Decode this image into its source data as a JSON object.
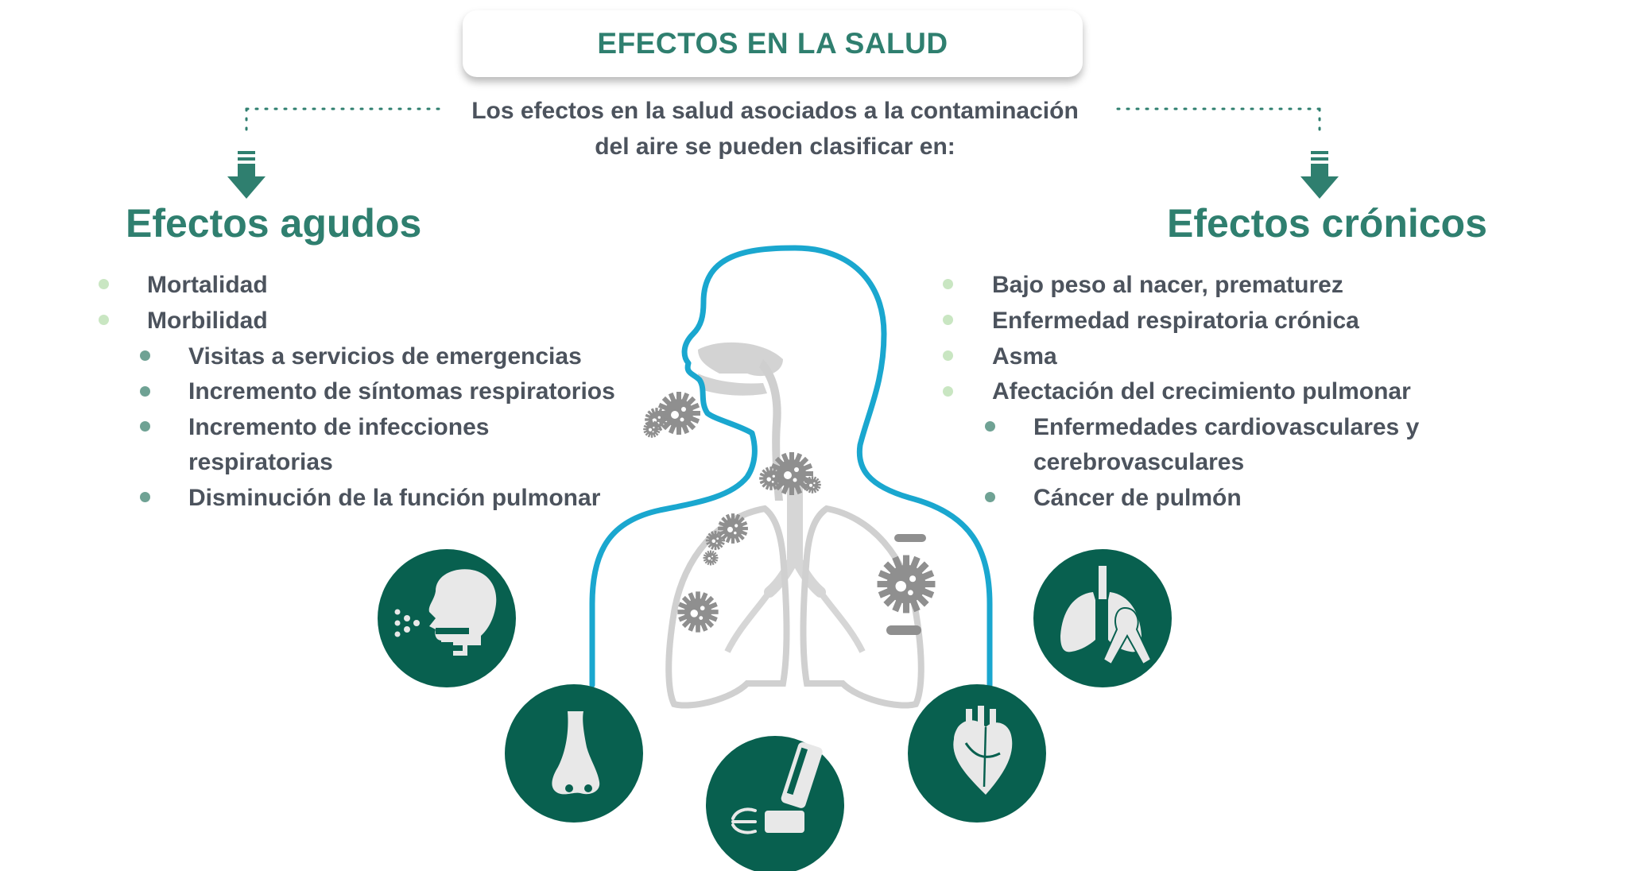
{
  "title": "EFECTOS EN LA SALUD",
  "intro": {
    "line1": "Los efectos en la salud asociados a la contaminación",
    "line2": "del aire se pueden clasificar en:"
  },
  "acute": {
    "heading": "Efectos agudos",
    "items": [
      "Mortalidad",
      "Morbilidad"
    ],
    "subitems": [
      "Visitas a servicios de emergencias",
      "Incremento de síntomas respiratorios",
      "Incremento de infecciones",
      "respiratorias",
      "Disminución de la función pulmonar"
    ]
  },
  "chronic": {
    "heading": "Efectos crónicos",
    "items": [
      "Bajo peso al nacer, prematurez",
      "Enfermedad respiratoria crónica",
      "Asma",
      "Afectación del crecimiento pulmonar"
    ],
    "subitems": [
      "Enfermedades cardiovasculares y",
      "cerebrovasculares",
      "Cáncer de pulmón"
    ]
  },
  "colors": {
    "accent": "#2f7f6f",
    "icon_circle": "#08604f",
    "body_outline": "#1aa7cf",
    "organ_gray": "#c8c8c8",
    "bullet_light": "#c9e6c2",
    "bullet_dark": "#6fa294",
    "text": "#4c535d"
  },
  "icons": [
    "breathing-head-icon",
    "nose-icon",
    "inhaler-icon",
    "heart-icon",
    "lungs-cancer-ribbon-icon"
  ]
}
